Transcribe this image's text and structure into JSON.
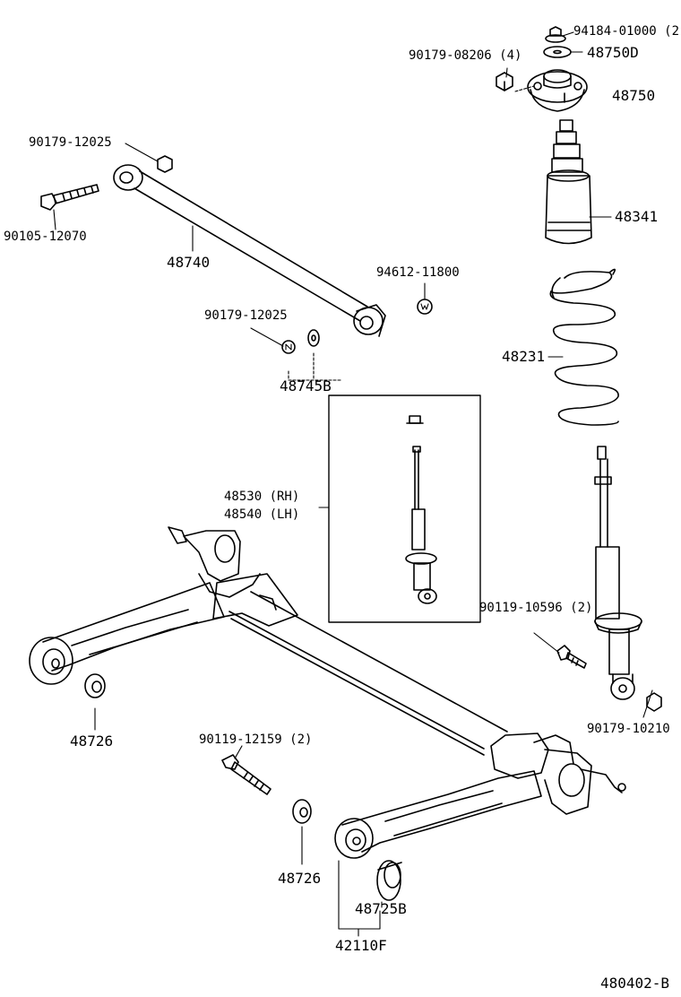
{
  "labels": {
    "p_94184": "94184-01000 (2",
    "p_48750D": "48750D",
    "p_90179_08206": "90179-08206 (4)",
    "p_48750": "48750",
    "p_90179_12025_top": "90179-12025",
    "p_90105_12070": "90105-12070",
    "p_48740": "48740",
    "p_48341": "48341",
    "p_94612_11800": "94612-11800",
    "p_90179_12025_mid": "90179-12025",
    "p_48745B": "48745B",
    "p_48231": "48231",
    "p_48530_rh": "48530 (RH)",
    "p_48540_lh": "48540 (LH)",
    "p_90119_10596": "90119-10596 (2)",
    "p_48726_left": "48726",
    "p_90179_10210": "90179-10210",
    "p_90119_12159": "90119-12159 (2)",
    "p_48726_mid": "48726",
    "p_48725B": "48725B",
    "p_42110F": "42110F",
    "p_480402_B": "480402-B"
  }
}
